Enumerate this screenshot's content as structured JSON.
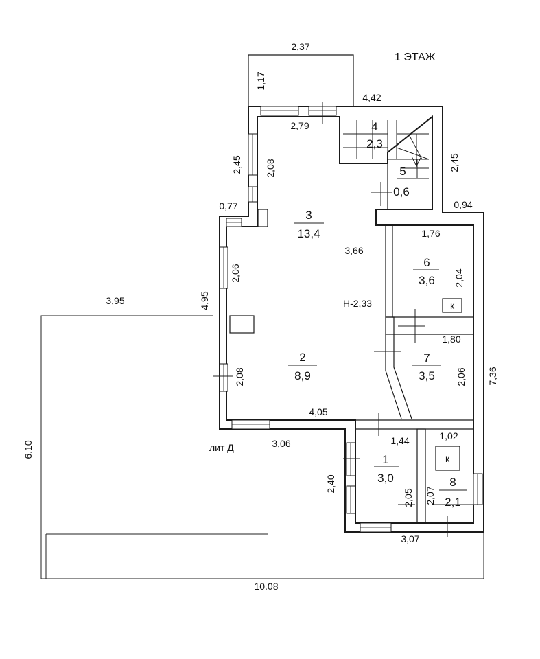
{
  "title": "1  ЭТАЖ",
  "building_label": "лит Д",
  "height_label": "Н-2,33",
  "rooms": [
    {
      "number": "1",
      "area": "3,0"
    },
    {
      "number": "2",
      "area": "8,9"
    },
    {
      "number": "3",
      "area": "13,4"
    },
    {
      "number": "4",
      "area": "2,3"
    },
    {
      "number": "5",
      "area": "0,6"
    },
    {
      "number": "6",
      "area": "3,6"
    },
    {
      "number": "7",
      "area": "3,5"
    },
    {
      "number": "8",
      "area": "2,1"
    }
  ],
  "stove_label": "к",
  "dimensions": {
    "porch_width": "2,37",
    "porch_depth": "1,17",
    "top_right": "4,42",
    "top_inner": "2,79",
    "left_upper_outer": "2,45",
    "left_upper_inner": "2,08",
    "right_upper_outer": "2,45",
    "step_left": "0,77",
    "step_right": "0,94",
    "room6_width": "1,76",
    "middle_width": "3,66",
    "room6_height": "2,04",
    "left_mid_inner": "2,06",
    "left_outer": "4,95",
    "annex_width": "3,95",
    "room7_width": "1,80",
    "right_outer": "7,36",
    "left_low_inner": "2,08",
    "room7_height": "2,06",
    "bottom_inner": "4,05",
    "bottom_outer": "3,06",
    "room1_width": "1,44",
    "room8_width": "1,02",
    "annex_height": "6.10",
    "room1_outer": "2,40",
    "room1_height": "2,05",
    "room8_height": "2,07",
    "bottom_right": "3,07",
    "total_width": "10.08"
  }
}
